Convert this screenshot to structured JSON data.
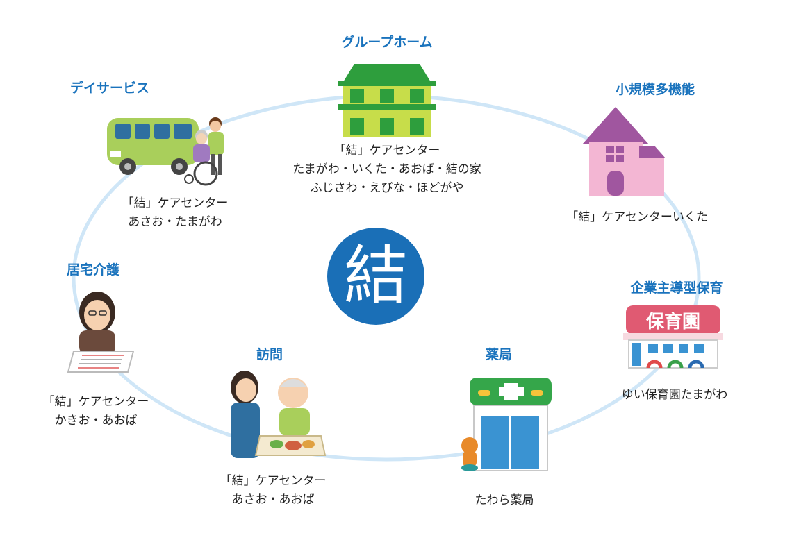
{
  "center": {
    "label": "結",
    "color": "#1a6fb7"
  },
  "ring_color": "#cfe6f7",
  "title_color": "#1a73bd",
  "services": {
    "group_home": {
      "title": "グループホーム",
      "lines": [
        "「結」ケアセンター",
        "たまがわ・いくた・あおば・結の家",
        "ふじさわ・えびな・ほどがや"
      ],
      "icon": "group-home-building-icon"
    },
    "day_service": {
      "title": "デイサービス",
      "lines": [
        "「結」ケアセンター",
        "あさお・たまがわ"
      ],
      "icon": "day-service-van-icon"
    },
    "small_multi": {
      "title": "小規模多機能",
      "lines": [
        "「結」ケアセンターいくた"
      ],
      "icon": "house-icon"
    },
    "home_care": {
      "title": "居宅介護",
      "lines": [
        "「結」ケアセンター",
        "かきお・あおば"
      ],
      "icon": "care-manager-icon"
    },
    "nursery": {
      "title": "企業主導型保育",
      "lines": [
        "ゆい保育園たまがわ"
      ],
      "icon": "nursery-school-icon",
      "sign": "保育園"
    },
    "visit": {
      "title": "訪問",
      "lines": [
        "「結」ケアセンター",
        "あさお・あおば"
      ],
      "icon": "home-visit-care-icon"
    },
    "pharmacy": {
      "title": "薬局",
      "lines": [
        "たわら薬局"
      ],
      "icon": "pharmacy-icon"
    }
  }
}
